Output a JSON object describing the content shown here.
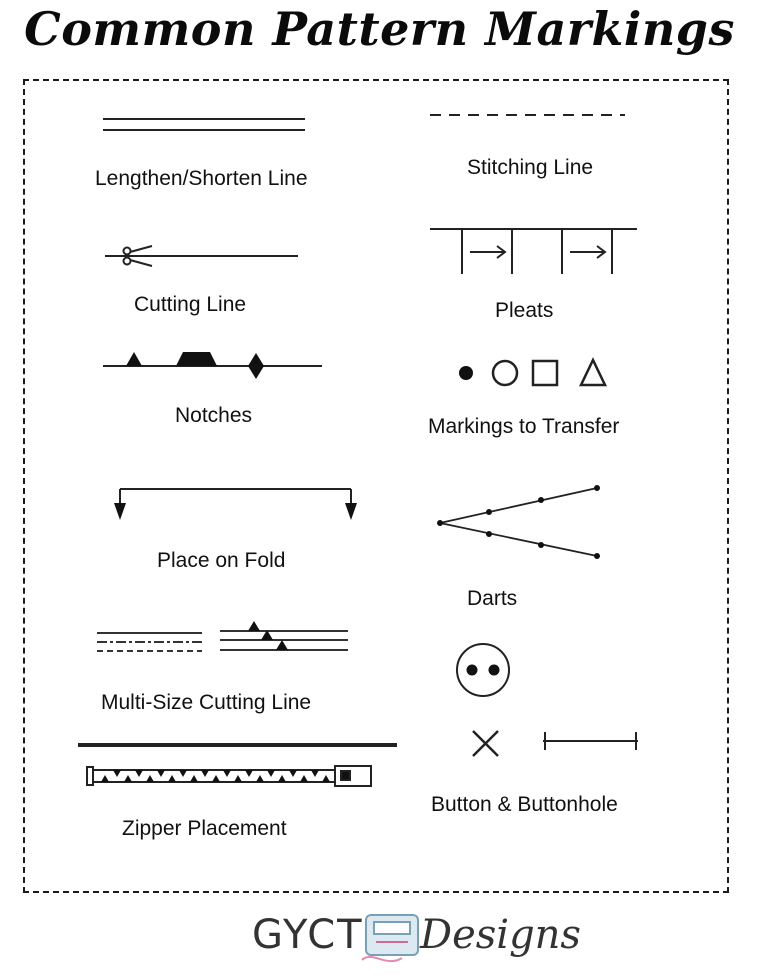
{
  "title": "Common Pattern Markings",
  "labels": {
    "lengthen_shorten": "Lengthen/Shorten Line",
    "stitching": "Stitching Line",
    "cutting": "Cutting Line",
    "pleats": "Pleats",
    "notches": "Notches",
    "markings_transfer": "Markings to Transfer",
    "place_on_fold": "Place on Fold",
    "darts": "Darts",
    "multi_size": "Multi-Size Cutting Line",
    "zipper": "Zipper Placement",
    "button": "Button & Buttonhole"
  },
  "footer": {
    "brand_left": "GYCT",
    "brand_right": "Designs",
    "logo_icon": "sewing-machine-icon"
  }
}
